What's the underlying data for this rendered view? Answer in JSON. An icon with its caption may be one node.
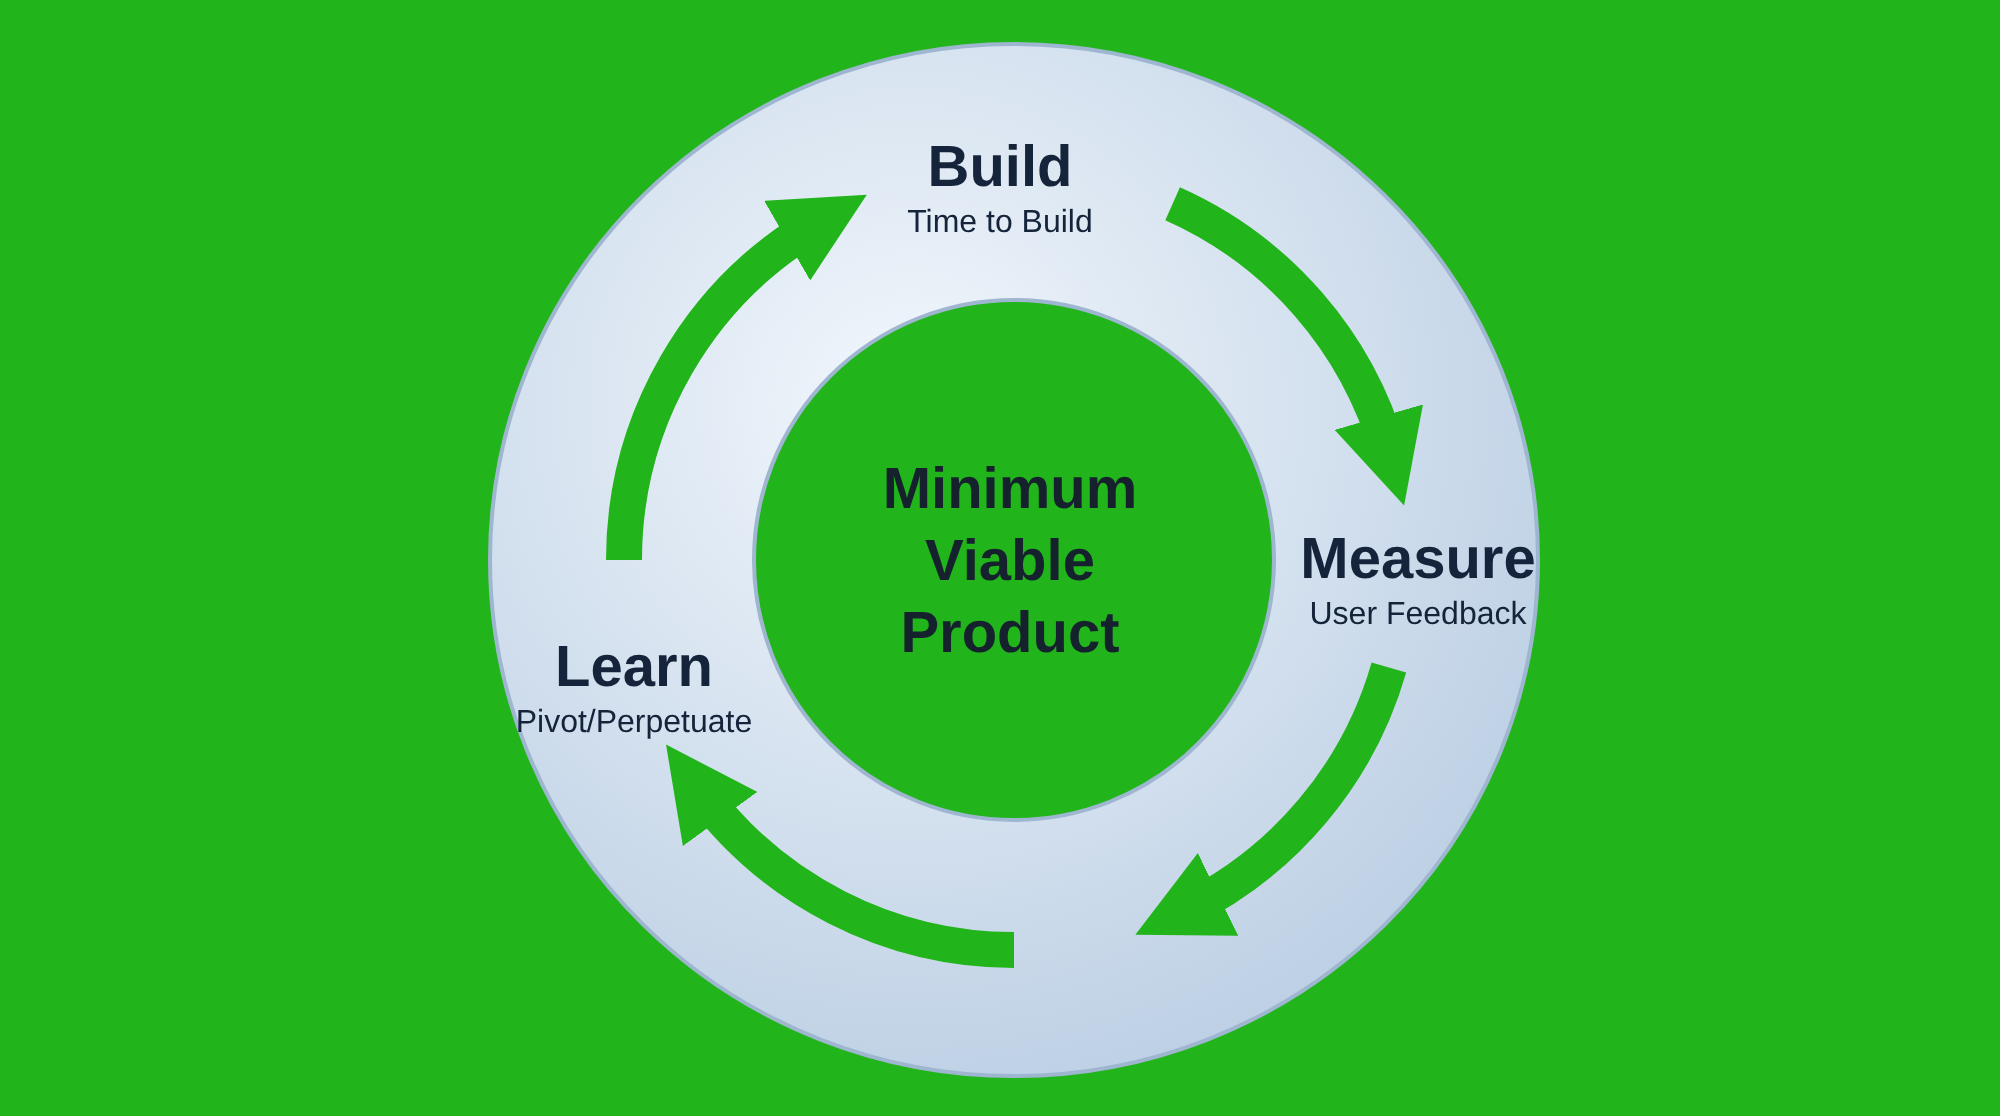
{
  "diagram": {
    "nodes": [
      {
        "text": [
          "Build",
          "Time to Build"
        ]
      },
      {
        "text": [
          "Measure",
          "User Feedback"
        ]
      },
      {
        "text": [
          "Learn",
          "Pivot/Perpetuate"
        ]
      },
      {
        "text": [
          "Minimum Viable Product"
        ]
      }
    ],
    "edges": [
      {
        "from": 0,
        "to": 1,
        "arrow": "to"
      },
      {
        "from": 1,
        "to": null,
        "arrow": "to"
      },
      {
        "from": null,
        "to": 2,
        "arrow": "to"
      },
      {
        "from": 2,
        "to": 0,
        "arrow": "to"
      }
    ]
  }
}
